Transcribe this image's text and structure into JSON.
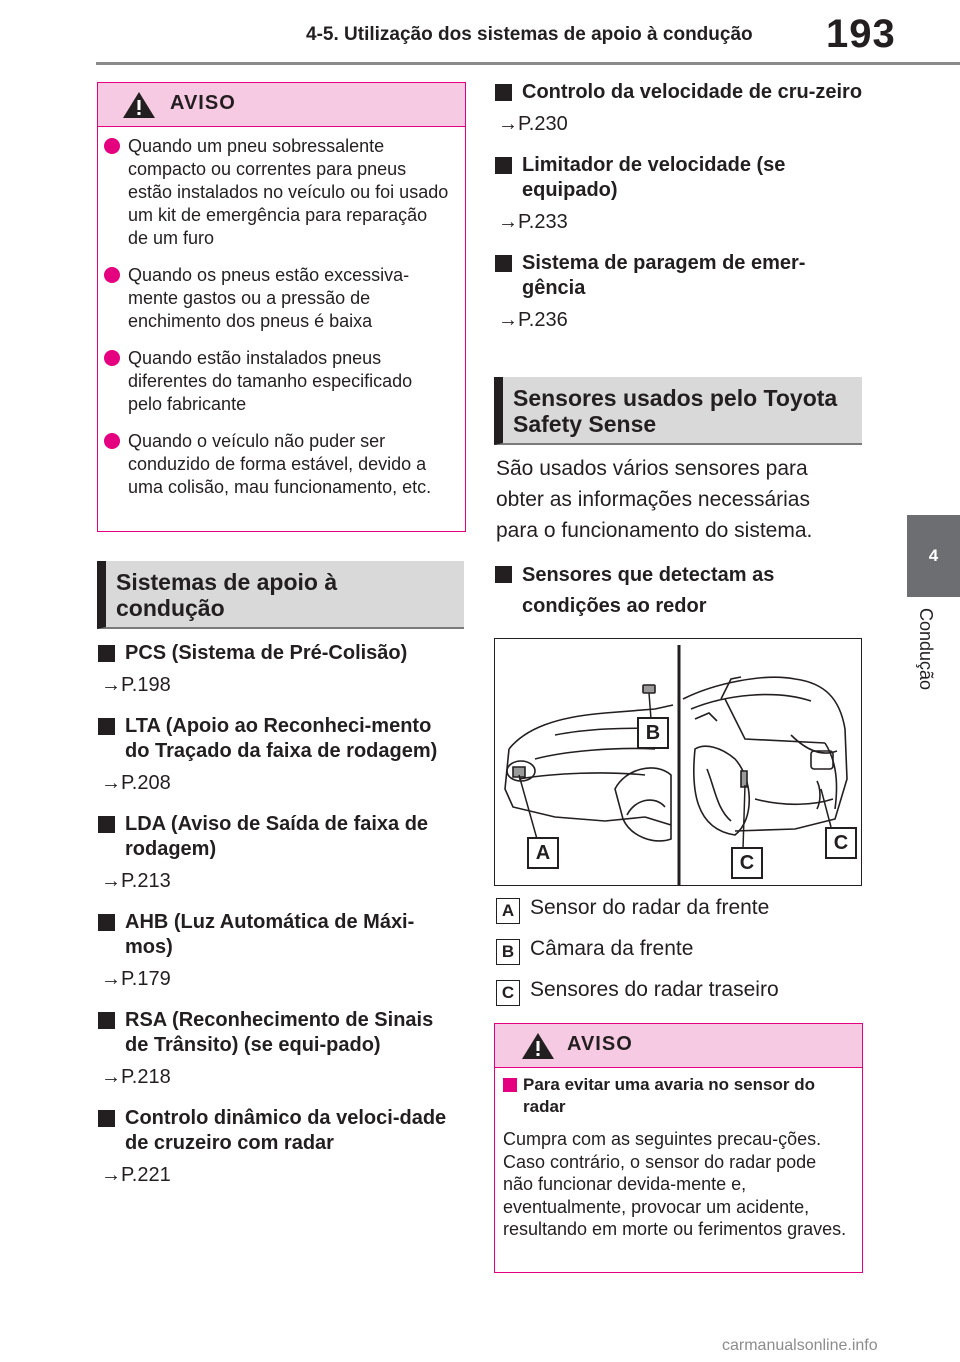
{
  "header": {
    "title": "4-5. Utilização dos sistemas de apoio à condução",
    "page_number": "193"
  },
  "side_tab": {
    "number": "4",
    "label": "Condução"
  },
  "warning_top": {
    "title": "AVISO",
    "items": [
      "Quando um pneu sobressalente compacto ou correntes para pneus estão instalados no veículo ou foi usado um kit de emergência para reparação de um furo",
      "Quando os pneus estão excessiva-mente gastos ou a pressão de enchimento dos pneus é baixa",
      "Quando estão instalados pneus diferentes do tamanho especificado pelo fabricante",
      "Quando o veículo não puder ser conduzido de forma estável, devido a uma colisão, mau funcionamento, etc."
    ]
  },
  "section_left": {
    "title": "Sistemas de apoio à condução"
  },
  "left_items": [
    {
      "title": "PCS (Sistema de Pré-Colisão)",
      "ref": "→P.198"
    },
    {
      "title": "LTA (Apoio ao Reconheci-mento do Traçado da faixa de rodagem)",
      "ref": "→P.208"
    },
    {
      "title": "LDA (Aviso de Saída de faixa de rodagem)",
      "ref": "→P.213"
    },
    {
      "title": "AHB (Luz Automática de Máxi-mos)",
      "ref": "→P.179"
    },
    {
      "title": "RSA (Reconhecimento de Sinais de Trânsito) (se equi-pado)",
      "ref": "→P.218"
    },
    {
      "title": "Controlo dinâmico da veloci-dade de cruzeiro com radar",
      "ref": "→P.221"
    }
  ],
  "right_items": [
    {
      "title": "Controlo da velocidade de cru-zeiro",
      "ref": "→P.230"
    },
    {
      "title": "Limitador de velocidade (se equipado)",
      "ref": "→P.233"
    },
    {
      "title": "Sistema de paragem de emer-gência",
      "ref": "→P.236"
    }
  ],
  "section_right": {
    "title": "Sensores usados pelo Toyota Safety Sense",
    "paragraph": "São usados vários sensores para obter as informações necessárias para o funcionamento do sistema.",
    "subheading": "Sensores que detectam as condições ao redor"
  },
  "diagram_labels": {
    "a": "A",
    "b": "B",
    "c1": "C",
    "c2": "C"
  },
  "legend": [
    {
      "key": "A",
      "text": "Sensor do radar da frente"
    },
    {
      "key": "B",
      "text": "Câmara da frente"
    },
    {
      "key": "C",
      "text": "Sensores do radar traseiro"
    }
  ],
  "warning_bottom": {
    "title": "AVISO",
    "subheading": "Para evitar uma avaria no sensor do radar",
    "text": "Cumpra com as seguintes precau-ções. Caso contrário, o sensor do radar pode não funcionar devida-mente e, eventualmente, provocar um acidente, resultando em morte ou ferimentos graves."
  },
  "watermark": "carmanualsonline.info",
  "colors": {
    "warning_accent": "#e4007f",
    "warning_header": "#f7cae3",
    "section_bg": "#d9d9da",
    "side_tab": "#6d6e71"
  }
}
